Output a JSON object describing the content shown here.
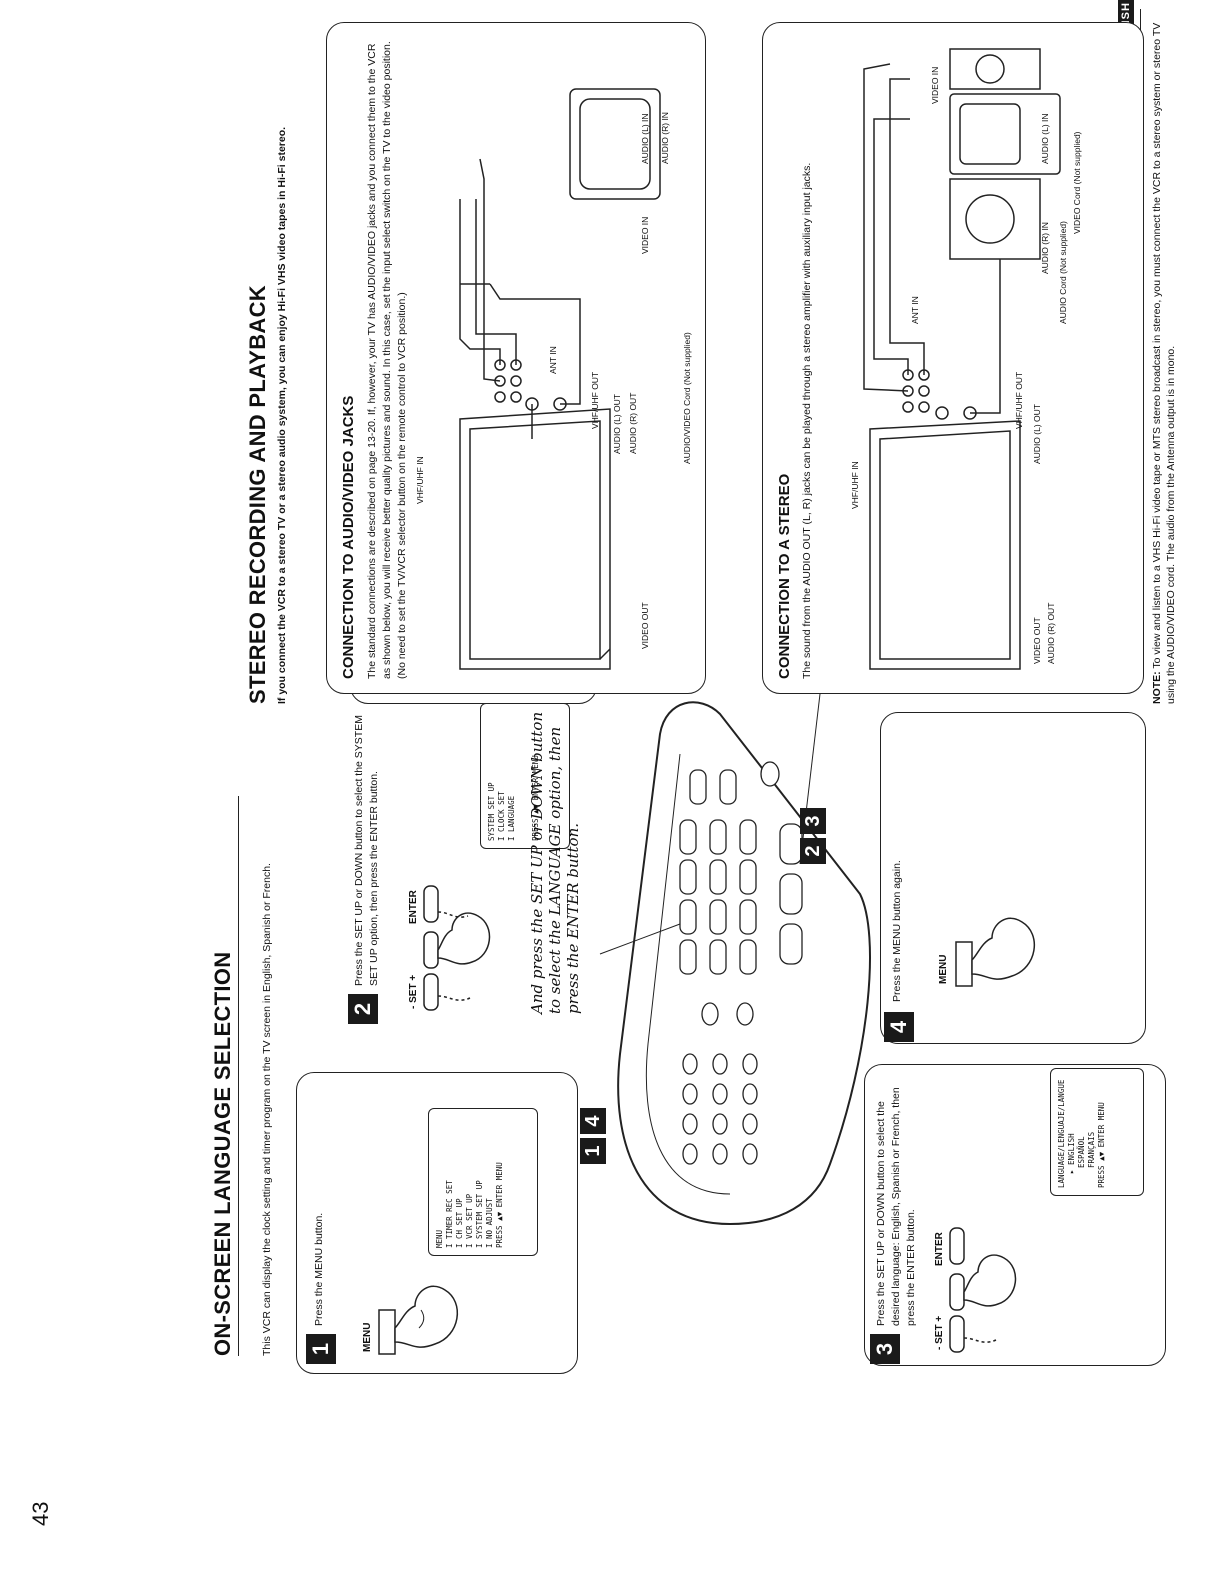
{
  "page_number": "43",
  "language_tab": "ENGLISH",
  "left": {
    "title": "ON-SCREEN LANGUAGE SELECTION",
    "intro": "This VCR can display the clock setting and timer program on the TV screen in English, Spanish or French.",
    "step1": {
      "badge": "1",
      "text": "Press the MENU button.",
      "button_label": "MENU",
      "screen_lines": [
        "MENU",
        "I TIMER REC SET",
        "I CH SET UP",
        "I VCR SET UP",
        "I SYSTEM SET UP",
        "I NO ADJUST",
        "PRESS ▲▼ ENTER MENU"
      ]
    },
    "step2": {
      "badge": "2",
      "text": "Press the SET UP or DOWN button to select the SYSTEM SET UP option, then press the ENTER button.",
      "set_label": "- SET +",
      "enter_label": "ENTER",
      "screen_lines": [
        "SYSTEM SET UP",
        "I CLOCK SET",
        "I LANGUAGE",
        "PRESS ▲▼ ENTER MENU"
      ],
      "handwritten": "And press the SET UP or DOWN button to select the LANGUAGE option, then press the ENTER button."
    },
    "step3": {
      "badge": "3",
      "text": "Press the SET UP or DOWN button to select the desired language: English, Spanish or French, then press the ENTER button.",
      "set_label": "- SET +",
      "enter_label": "ENTER",
      "screen_lines": [
        "LANGUAGE/LENGUAJE/LANGUE",
        "▸ ENGLISH",
        "ESPAÑOL",
        "FRANÇAIS",
        "PRESS ▲▼ ENTER MENU"
      ]
    },
    "step4": {
      "badge": "4",
      "text": "Press the MENU button again.",
      "button_label": "MENU"
    },
    "remote_callouts": [
      [
        "1",
        "4"
      ],
      [
        "2",
        "3"
      ]
    ]
  },
  "right": {
    "title": "STEREO RECORDING AND PLAYBACK",
    "intro": "If you connect the VCR to a stereo TV or a stereo audio system, you can enjoy Hi-Fi VHS video tapes in Hi-Fi stereo.",
    "av": {
      "heading": "CONNECTION TO AUDIO/VIDEO JACKS",
      "text": "The standard connections are described on page 13-20. If, however, your TV has AUDIO/VIDEO jacks and you connect them to the VCR as shown below, you will receive better quality pictures and sound. In this case, set the input select switch on the TV to the video position. (No need to set the TV/VCR selector button on the remote control to VCR position.)",
      "labels": {
        "vhf_in": "VHF/UHF IN",
        "ant_in": "ANT IN",
        "vhf_out": "VHF/UHF OUT",
        "audio_l_out": "AUDIO (L) OUT",
        "audio_r_out": "AUDIO (R) OUT",
        "video_out": "VIDEO OUT",
        "video_in": "VIDEO IN",
        "audio_l_in": "AUDIO (L) IN",
        "audio_r_in": "AUDIO (R) IN",
        "cord": "AUDIO/VIDEO Cord (Not supplied)"
      }
    },
    "stereo": {
      "heading": "CONNECTION TO A STEREO",
      "text": "The sound from the AUDIO OUT (L, R) jacks can be played through a stereo amplifier with auxiliary input jacks.",
      "labels": {
        "vhf_in": "VHF/UHF IN",
        "ant_in": "ANT IN",
        "vhf_out": "VHF/UHF OUT",
        "audio_l_out": "AUDIO (L) OUT",
        "video_out": "VIDEO OUT",
        "audio_r_out": "AUDIO (R) OUT",
        "audio_r_in": "AUDIO (R) IN",
        "audio_l_in": "AUDIO (L) IN",
        "video_in": "VIDEO IN",
        "audio_cord": "AUDIO Cord (Not supplied)",
        "video_cord": "VIDEO Cord (Not supplied)"
      }
    },
    "note": {
      "label": "NOTE:",
      "text": "To view and listen to a VHS Hi-Fi video tape or MTS stereo broadcast in stereo, you must connect the VCR to a stereo system or stereo TV using the AUDIO/VIDEO cord. The audio from the Antenna output is in mono."
    }
  }
}
